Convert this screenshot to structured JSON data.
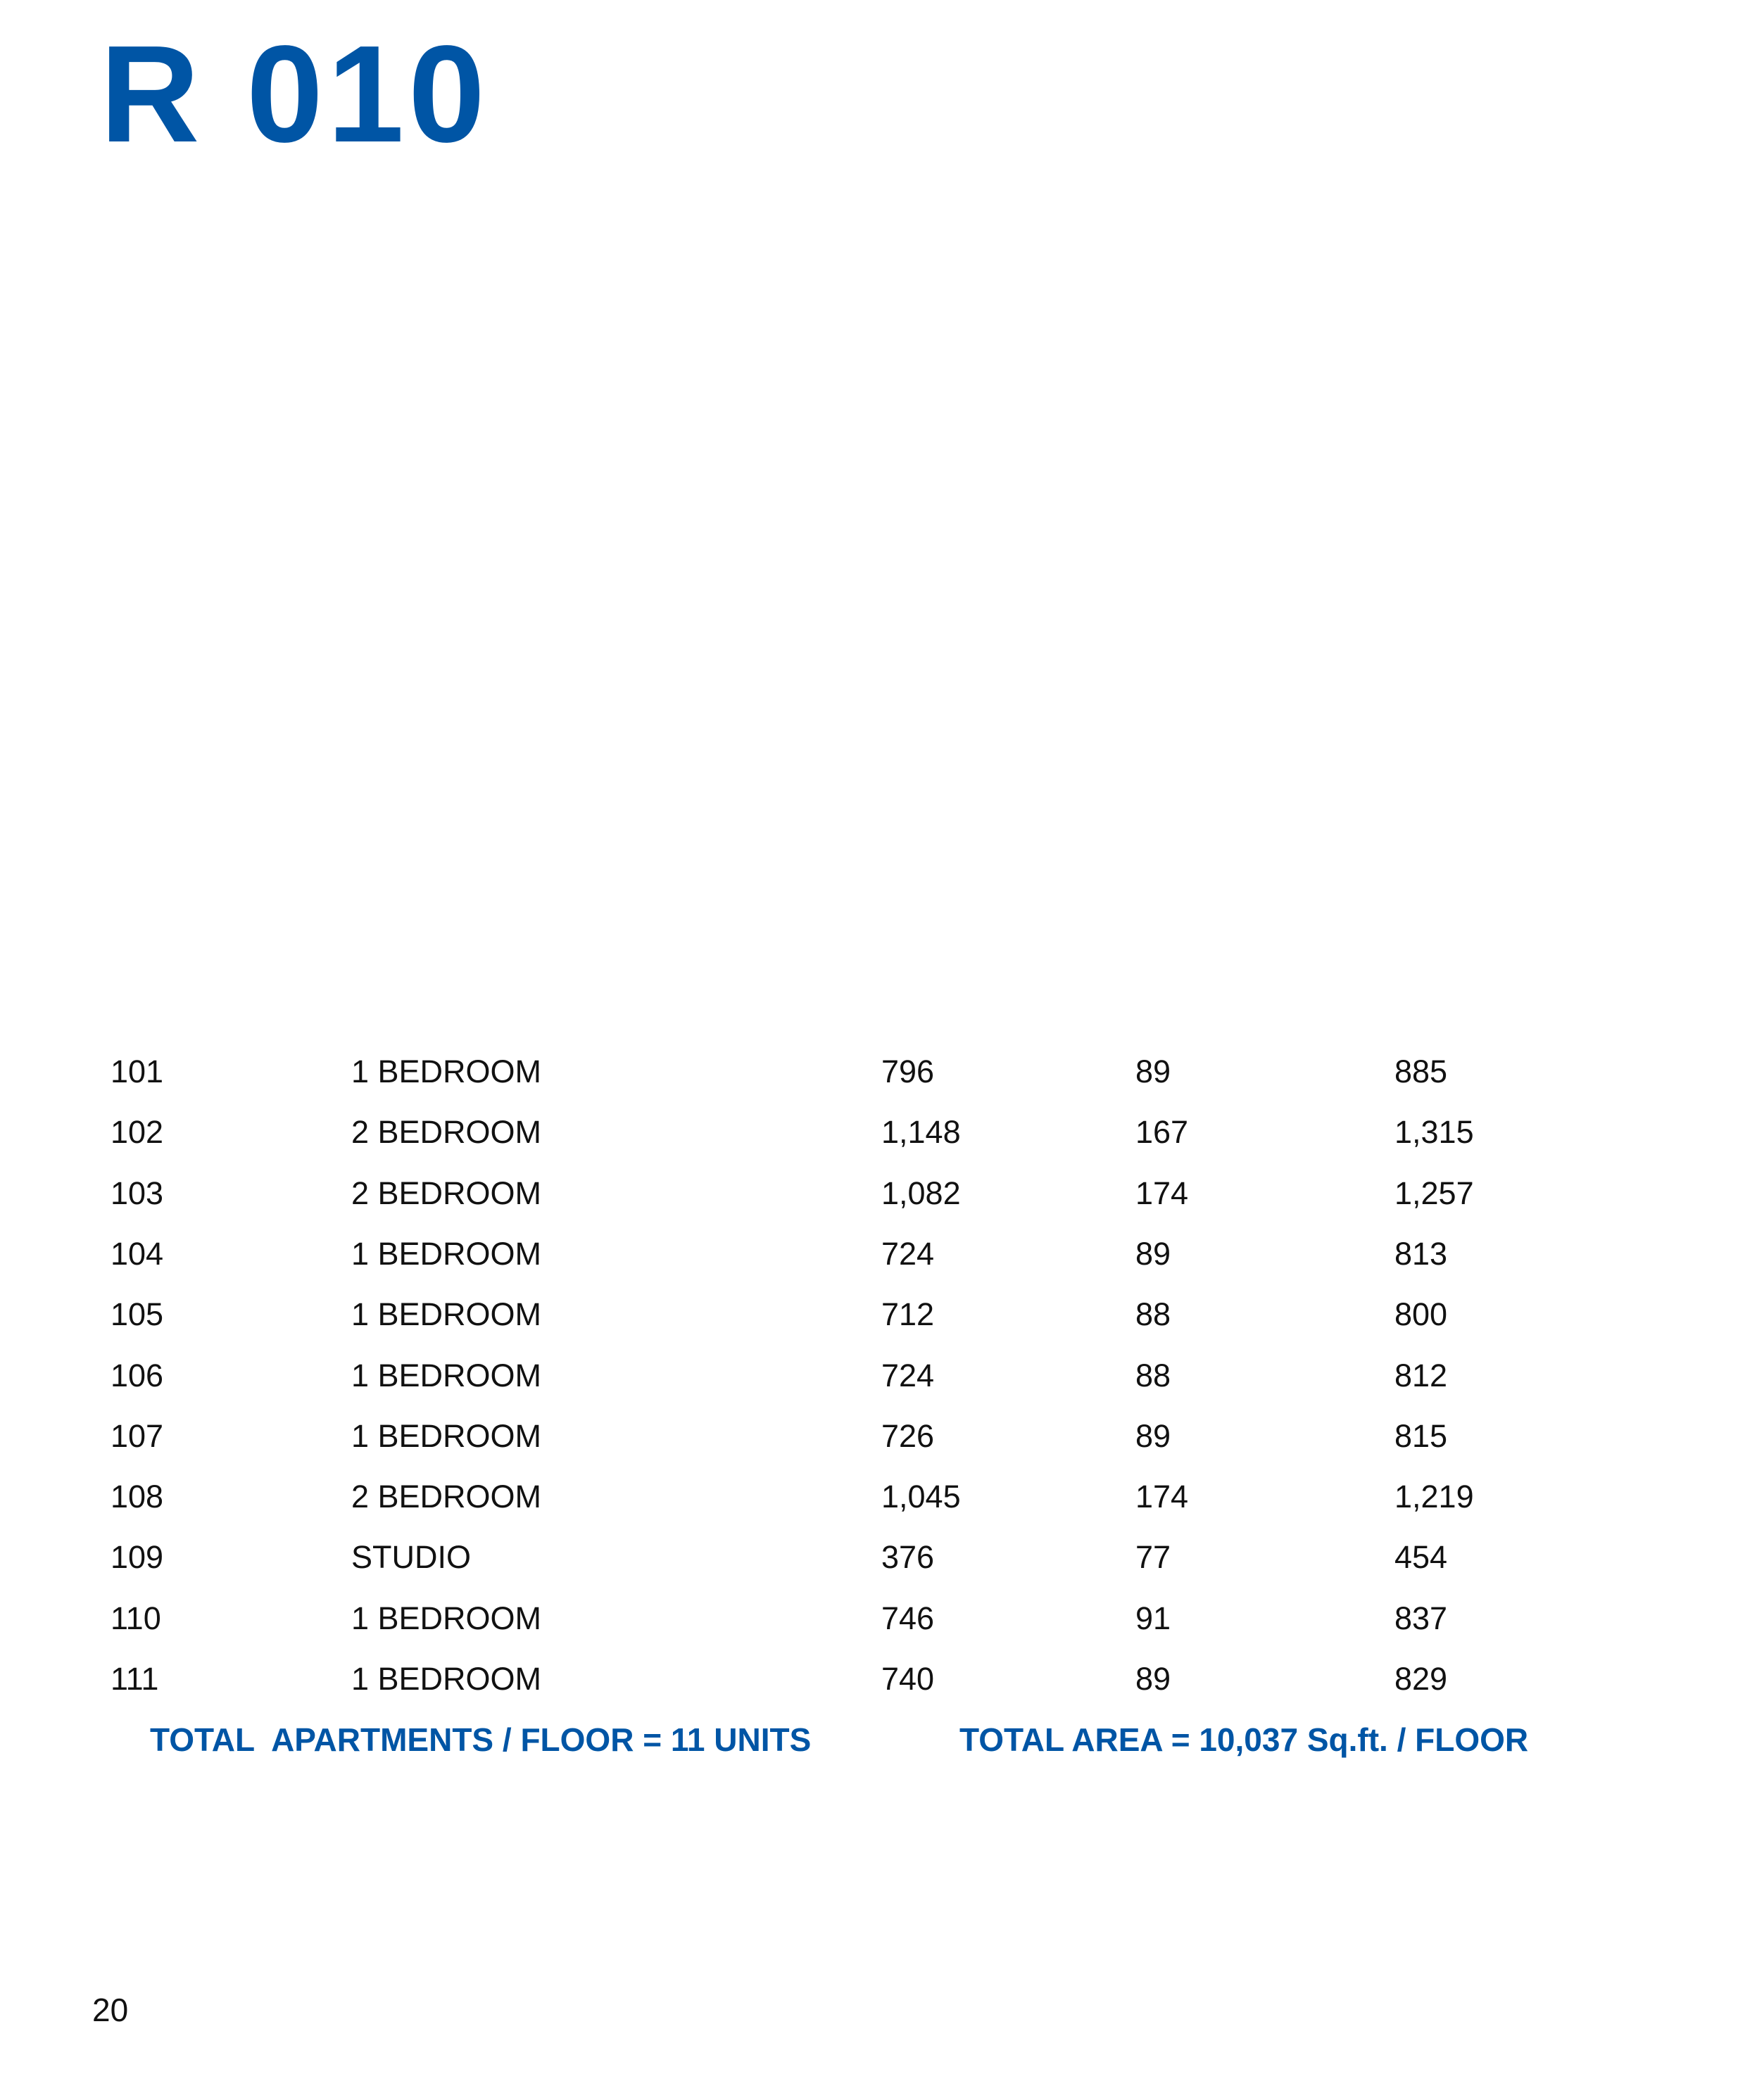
{
  "title": "R 010",
  "units": [
    {
      "unit": "101",
      "type": "1 BEDROOM",
      "a": "796",
      "b": "89",
      "total": "885"
    },
    {
      "unit": "102",
      "type": "2 BEDROOM",
      "a": "1,148",
      "b": "167",
      "total": "1,315"
    },
    {
      "unit": "103",
      "type": "2 BEDROOM",
      "a": "1,082",
      "b": "174",
      "total": "1,257"
    },
    {
      "unit": "104",
      "type": "1 BEDROOM",
      "a": "724",
      "b": "89",
      "total": "813"
    },
    {
      "unit": "105",
      "type": "1 BEDROOM",
      "a": "712",
      "b": "88",
      "total": "800"
    },
    {
      "unit": "106",
      "type": "1 BEDROOM",
      "a": "724",
      "b": "88",
      "total": "812"
    },
    {
      "unit": "107",
      "type": "1 BEDROOM",
      "a": "726",
      "b": "89",
      "total": "815"
    },
    {
      "unit": "108",
      "type": "2 BEDROOM",
      "a": "1,045",
      "b": "174",
      "total": "1,219"
    },
    {
      "unit": "109",
      "type": "STUDIO",
      "a": "376",
      "b": "77",
      "total": "454"
    },
    {
      "unit": "110",
      "type": "1 BEDROOM",
      "a": "746",
      "b": "91",
      "total": "837"
    },
    {
      "unit": "111",
      "type": "1 BEDROOM",
      "a": "740",
      "b": "89",
      "total": "829"
    }
  ],
  "totals": {
    "apartments": "TOTAL  APARTMENTS / FLOOR = 11 UNITS",
    "area": "TOTAL AREA = 10,037 Sq.ft. / FLOOR"
  },
  "page_number": "20",
  "colors": {
    "accent": "#0055a5"
  }
}
